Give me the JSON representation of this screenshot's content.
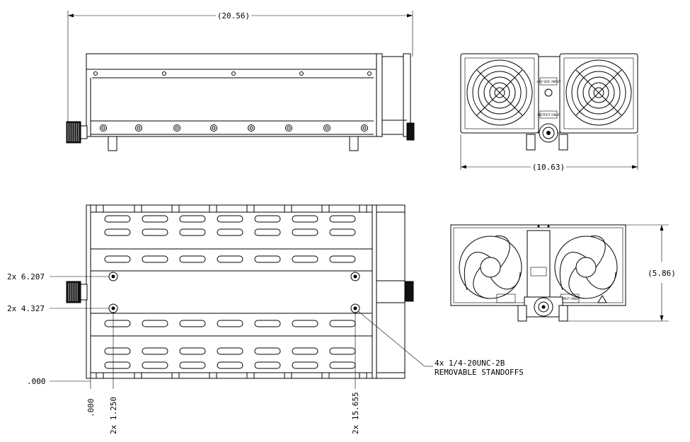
{
  "dimensions": {
    "overall_length": "(20.56)",
    "overall_width": "(10.63)",
    "overall_height": "(5.86)"
  },
  "standoff_positions": {
    "y_top": "2x 6.207",
    "y_mid": "2x 4.327",
    "y_zero": ".000",
    "x_zero": ".000",
    "x_left": "2x 1.250",
    "x_right": "2x 15.655"
  },
  "callout": {
    "line1": "4x 1/4-20UNC-2B",
    "line2": "REMOVABLE STANDOFFS"
  },
  "front_panel_labels": {
    "rf_input": "+10 VDC INPUT",
    "output": "OUTPUT ONLY",
    "input_only": "INPUT ONLY"
  },
  "colors": {
    "line": "#000000",
    "background": "#ffffff"
  }
}
